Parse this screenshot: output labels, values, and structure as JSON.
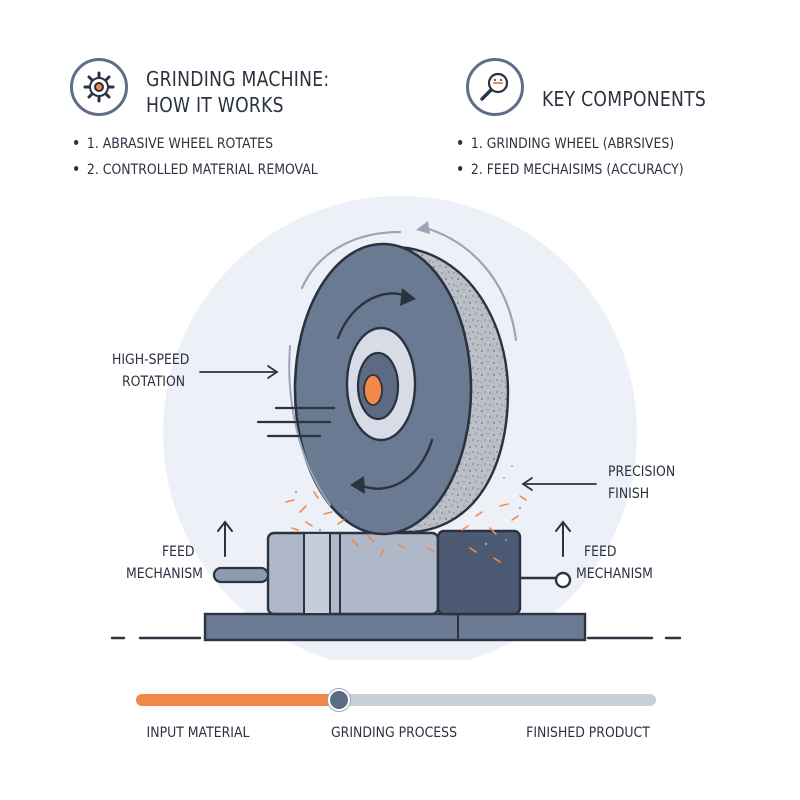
{
  "panels": {
    "left": {
      "title_line1": "GRINDING MACHINE:",
      "title_line2": "HOW IT WORKS",
      "bullets": [
        "1. ABRASIVE WHEEL ROTATES",
        "2. CONTROLLED MATERIAL REMOVAL"
      ],
      "icon": "gear-icon"
    },
    "right": {
      "title": "KEY COMPONENTS",
      "bullets": [
        "1. GRINDING WHEEL (ABRSIVES)",
        "2. FEED MECHAISIMS (ACCURACY)"
      ],
      "icon": "magnifier-icon"
    }
  },
  "diagram": {
    "labels": {
      "high_speed_line1": "HIGH-SPEED",
      "high_speed_line2": "ROTATION",
      "precision_line1": "PRECISION",
      "precision_line2": "FINISH",
      "feed_left_line1": "FEED",
      "feed_left_line2": "MECHANISM",
      "feed_right_line1": "FEED",
      "feed_right_line2": "MECHANISM"
    }
  },
  "process": {
    "progress": 0.39,
    "stages": [
      "INPUT MATERIAL",
      "GRINDING PROCESS",
      "FINISHED PRODUCT"
    ]
  },
  "colors": {
    "accent_orange": "#f2894b",
    "slate": "#6b7a93",
    "dark_slate": "#4a5870",
    "light_track": "#c9cfd9",
    "halo": "#eef0f8"
  }
}
